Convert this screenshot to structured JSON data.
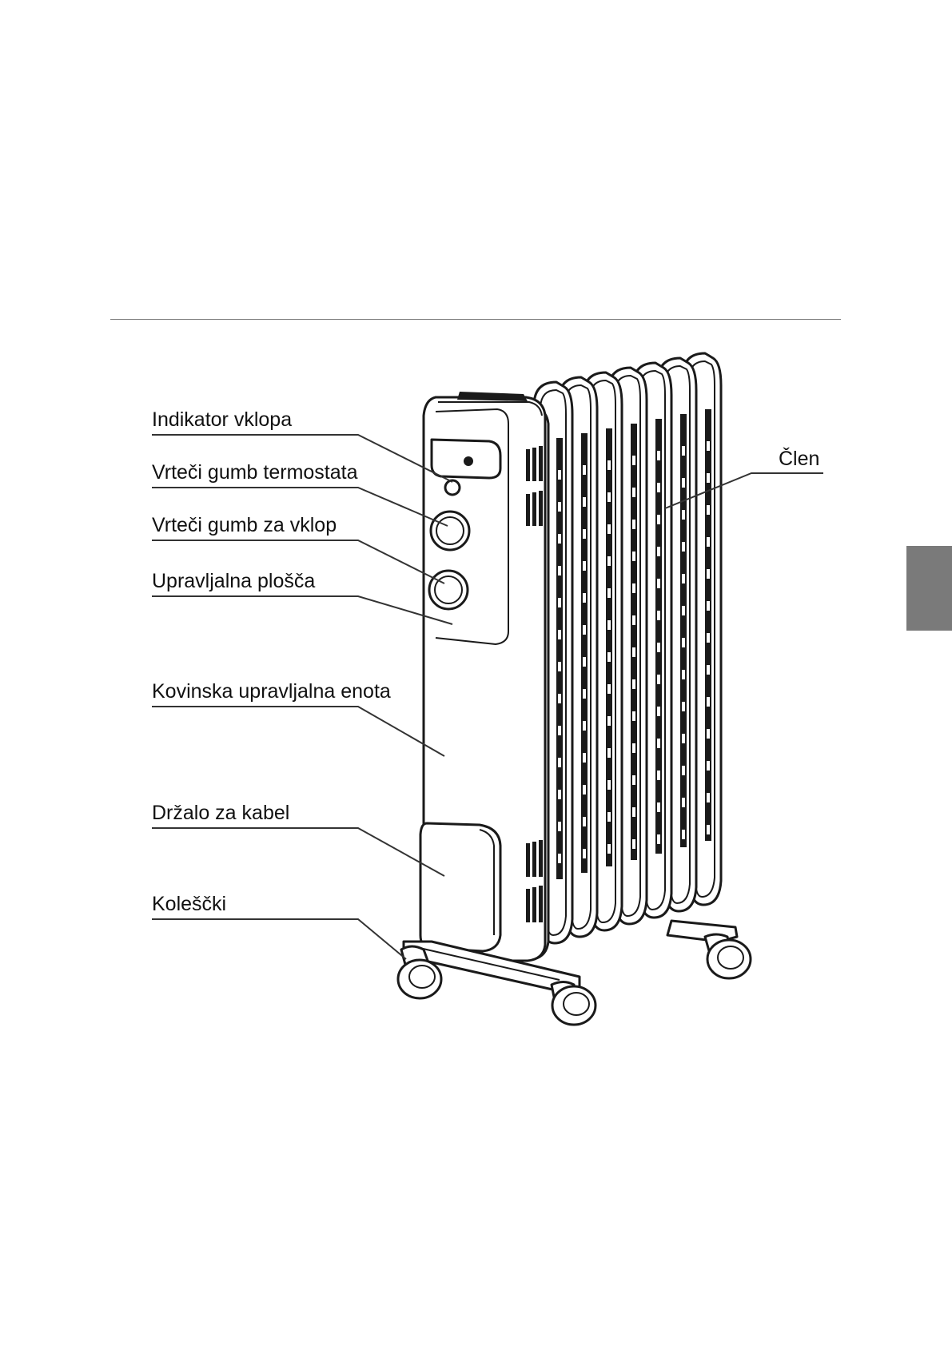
{
  "labels": {
    "indicator": "Indikator vklopa",
    "thermostat_knob": "Vrteči gumb termostata",
    "power_knob": "Vrteči gumb za vklop",
    "control_panel": "Upravljalna plošča",
    "metal_unit": "Kovinska upravljalna enota",
    "cable_holder": "Držalo za kabel",
    "wheels": "Koleščki",
    "fin": "Člen"
  },
  "colors": {
    "ink": "#1a1a1a",
    "side_tab": "#7a7a7a"
  }
}
